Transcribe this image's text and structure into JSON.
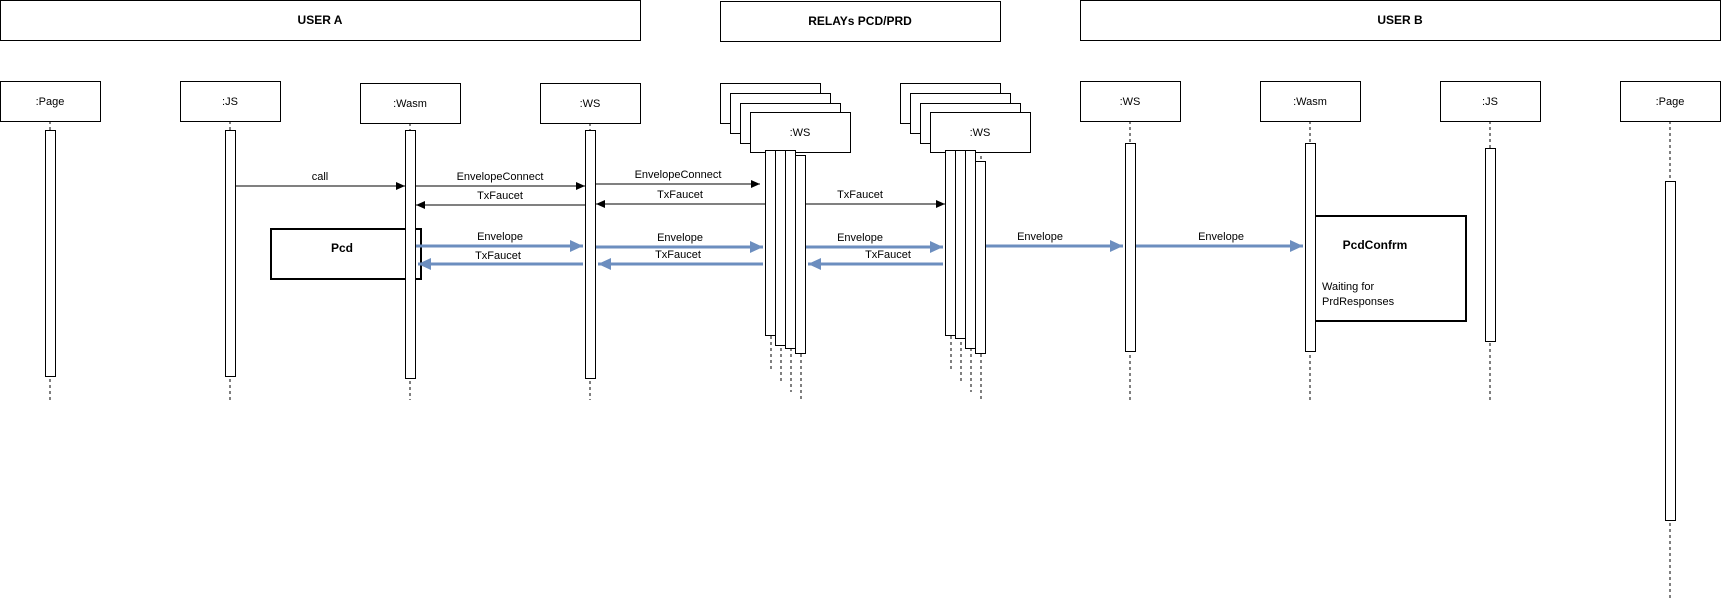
{
  "groups": {
    "user_a": "USER A",
    "relays": "RELAYs PCD/PRD",
    "user_b": "USER B"
  },
  "participants": {
    "a_page": ":Page",
    "a_js": ":JS",
    "a_wasm": ":Wasm",
    "a_ws": ":WS",
    "relay1_ws": ":WS",
    "relay2_ws": ":WS",
    "b_ws": ":WS",
    "b_wasm": ":Wasm",
    "b_js": ":JS",
    "b_page": ":Page"
  },
  "messages": {
    "call": "call",
    "envelope_connect_1": "EnvelopeConnect",
    "envelope_connect_2": "EnvelopeConnect",
    "txfaucet_1": "TxFaucet",
    "txfaucet_2": "TxFaucet",
    "txfaucet_3": "TxFaucet",
    "envelope_1": "Envelope",
    "envelope_2": "Envelope",
    "envelope_3": "Envelope",
    "envelope_4": "Envelope",
    "envelope_5": "Envelope",
    "txfaucet_4": "TxFaucet",
    "txfaucet_5": "TxFaucet",
    "txfaucet_6": "TxFaucet"
  },
  "notes": {
    "pcd": "Pcd",
    "pcd_confirm": "PcdConfrm",
    "waiting_line1": "Waiting for",
    "waiting_line2": "PrdResponses"
  },
  "colors": {
    "async_arrow": "#6c8ebf",
    "line": "#000000"
  }
}
